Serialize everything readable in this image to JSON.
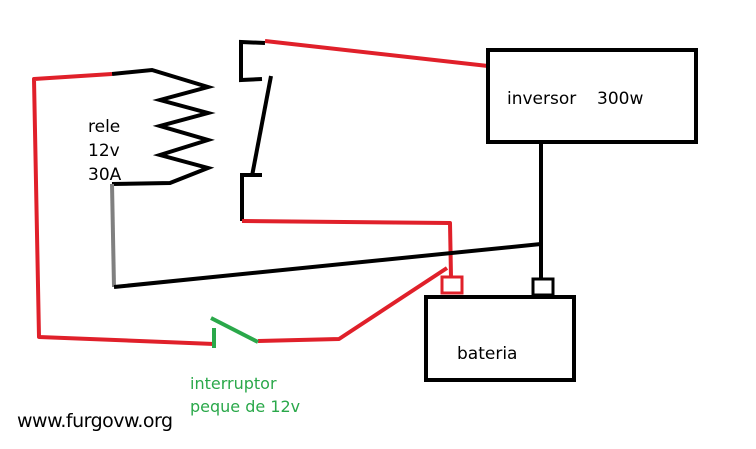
{
  "colors": {
    "wire_red": "#e0202a",
    "wire_black": "#000000",
    "wire_gray": "#808080",
    "switch_green": "#2aa84a",
    "label_green": "#2aa84a"
  },
  "relay": {
    "line1": "rele",
    "line2": "12v",
    "line3": "30A"
  },
  "inverter": {
    "name": "inversor",
    "power": "300w"
  },
  "battery": {
    "label": "bateria"
  },
  "switch": {
    "line1": "interruptor",
    "line2": "peque de 12v"
  },
  "watermark": "www.furgovw.org"
}
